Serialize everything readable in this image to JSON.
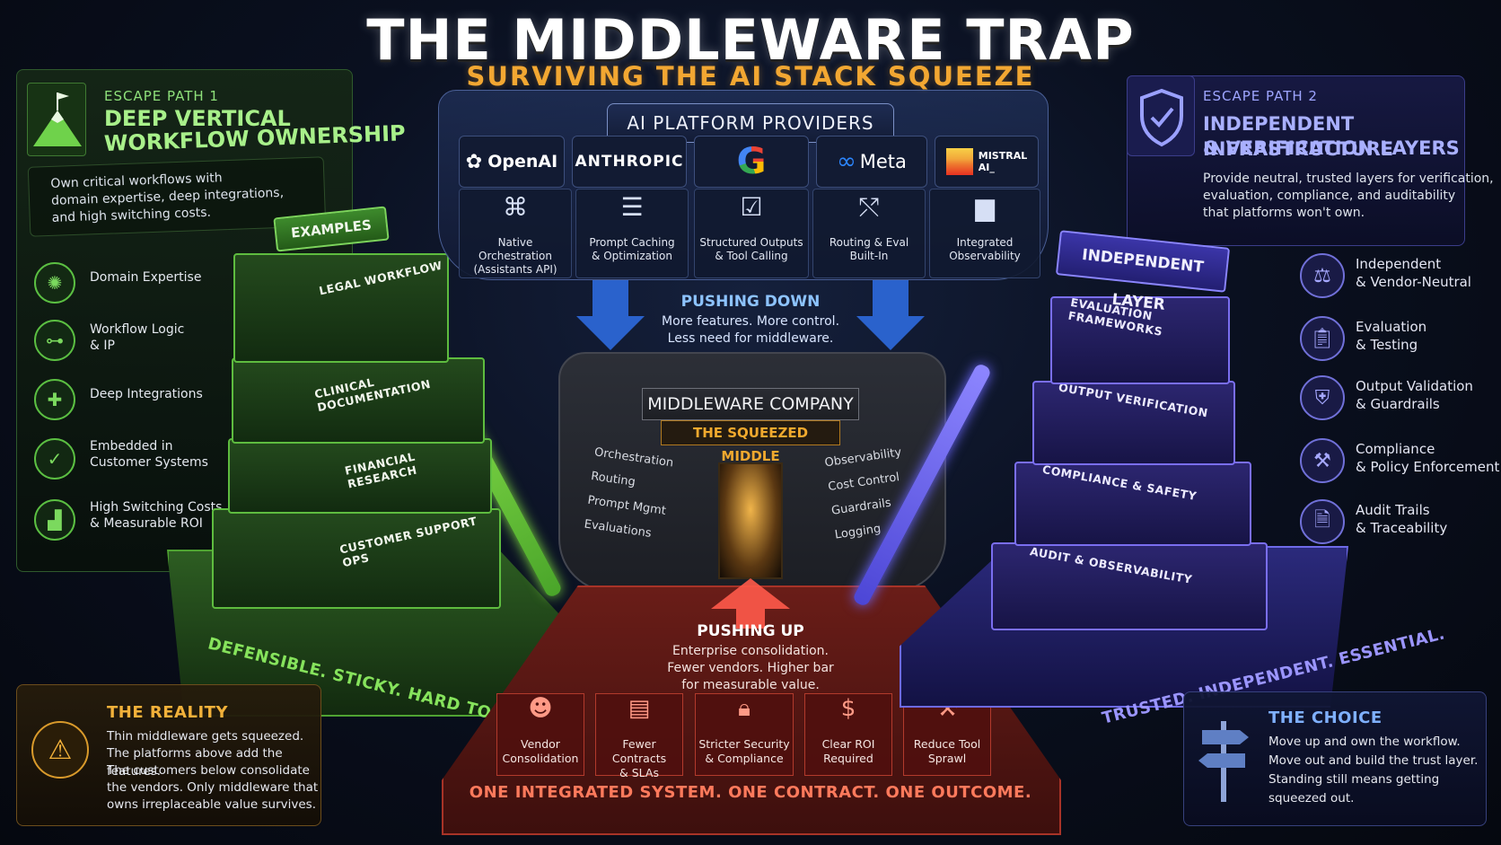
{
  "header": {
    "title": "THE MIDDLEWARE TRAP",
    "subtitle": "SURVIVING THE AI STACK SQUEEZE"
  },
  "escape1": {
    "tag": "ESCAPE PATH 1",
    "title_l1": "DEEP VERTICAL",
    "title_l2": "WORKFLOW OWNERSHIP",
    "body": [
      "Own critical workflows with",
      "domain expertise, deep integrations,",
      "and high switching costs."
    ],
    "features": [
      {
        "icon": "brain-icon",
        "l1": "Domain Expertise",
        "l2": ""
      },
      {
        "icon": "flowchart-icon",
        "l1": "Workflow Logic",
        "l2": "& IP"
      },
      {
        "icon": "puzzle-icon",
        "l1": "Deep Integrations",
        "l2": ""
      },
      {
        "icon": "shield-check-icon",
        "l1": "Embedded in",
        "l2": "Customer Systems"
      },
      {
        "icon": "growth-chart-icon",
        "l1": "High Switching Costs",
        "l2": "& Measurable ROI"
      }
    ],
    "examples_label": "EXAMPLES",
    "stack": [
      "LEGAL WORKFLOW",
      "CLINICAL DOCUMENTATION",
      "FINANCIAL RESEARCH",
      "CUSTOMER SUPPORT OPS"
    ],
    "slogan": "DEFENSIBLE. STICKY. HARD TO REPLACE."
  },
  "escape2": {
    "tag": "ESCAPE PATH 2",
    "title_l1": "INDEPENDENT INFRASTRUCTURE",
    "title_l2": "& VERIFICATION LAYERS",
    "body": [
      "Provide neutral, trusted layers for verification,",
      "evaluation, compliance, and auditability",
      "that platforms won't own."
    ],
    "features": [
      {
        "icon": "scales-icon",
        "l1": "Independent",
        "l2": "& Vendor-Neutral"
      },
      {
        "icon": "clipboard-icon",
        "l1": "Evaluation",
        "l2": "& Testing"
      },
      {
        "icon": "shield-icon",
        "l1": "Output Validation",
        "l2": "& Guardrails"
      },
      {
        "icon": "gavel-icon",
        "l1": "Compliance",
        "l2": "& Policy Enforcement"
      },
      {
        "icon": "document-icon",
        "l1": "Audit Trails",
        "l2": "& Traceability"
      }
    ],
    "layer_label": "INDEPENDENT LAYER",
    "stack": [
      "EVALUATION FRAMEWORKS",
      "OUTPUT VERIFICATION",
      "COMPLIANCE & SAFETY",
      "AUDIT & OBSERVABILITY"
    ],
    "slogan": "TRUSTED. INDEPENDENT. ESSENTIAL."
  },
  "providers": {
    "heading": "AI PLATFORM PROVIDERS",
    "logos": [
      {
        "name": "OpenAI",
        "l2": "",
        "icon": "openai-icon"
      },
      {
        "name": "ANTHROPIC",
        "l2": "",
        "icon": ""
      },
      {
        "name": "G",
        "l2": "",
        "icon": "google-icon"
      },
      {
        "name": "Meta",
        "l2": "",
        "icon": "meta-icon"
      },
      {
        "name": "MISTRAL",
        "l2": "AI_",
        "icon": "mistral-icon"
      }
    ],
    "features": [
      {
        "icon": "network-icon",
        "l1": "Native Orchestration",
        "l2": "(Assistants API)"
      },
      {
        "icon": "database-icon",
        "l1": "Prompt Caching",
        "l2": "& Optimization"
      },
      {
        "icon": "checklist-icon",
        "l1": "Structured Outputs",
        "l2": "& Tool Calling"
      },
      {
        "icon": "routing-icon",
        "l1": "Routing & Eval",
        "l2": "Built-In"
      },
      {
        "icon": "bar-chart-icon",
        "l1": "Integrated",
        "l2": "Observability"
      }
    ]
  },
  "push_down": {
    "title": "PUSHING DOWN",
    "l1": "More features. More control.",
    "l2": "Less need for middleware."
  },
  "middleware": {
    "title": "MIDDLEWARE COMPANY",
    "subtitle": "THE SQUEEZED MIDDLE",
    "left": [
      "Orchestration",
      "Routing",
      "Prompt Mgmt",
      "Evaluations"
    ],
    "right": [
      "Observability",
      "Cost Control",
      "Guardrails",
      "Logging"
    ]
  },
  "push_up": {
    "title": "PUSHING UP",
    "l1": "Enterprise consolidation.",
    "l2": "Fewer vendors. Higher bar",
    "l3": "for measurable value.",
    "tiles": [
      {
        "icon": "people-icon",
        "l1": "Vendor",
        "l2": "Consolidation"
      },
      {
        "icon": "contract-icon",
        "l1": "Fewer Contracts",
        "l2": "& SLAs"
      },
      {
        "icon": "lock-icon",
        "l1": "Stricter Security",
        "l2": "& Compliance"
      },
      {
        "icon": "dollar-icon",
        "l1": "Clear ROI",
        "l2": "Required"
      },
      {
        "icon": "tools-icon",
        "l1": "Reduce Tool",
        "l2": "Sprawl"
      }
    ],
    "footer": "ONE INTEGRATED SYSTEM.  ONE CONTRACT.  ONE OUTCOME."
  },
  "reality": {
    "title": "THE REALITY",
    "lines": [
      "Thin middleware gets squeezed.",
      "The platforms above add the features.",
      "The customers below consolidate",
      "the vendors. Only middleware that",
      "owns irreplaceable value survives."
    ]
  },
  "choice": {
    "title": "THE CHOICE",
    "lines": [
      "Move up and own the workflow.",
      "Move out and build the trust layer.",
      "Standing still means getting",
      "squeezed out."
    ]
  },
  "colors": {
    "green": "#5ebc3f",
    "purple": "#7a6ef0",
    "red": "#c0392b",
    "orange": "#f2a732",
    "blue": "#8dc3ff"
  }
}
